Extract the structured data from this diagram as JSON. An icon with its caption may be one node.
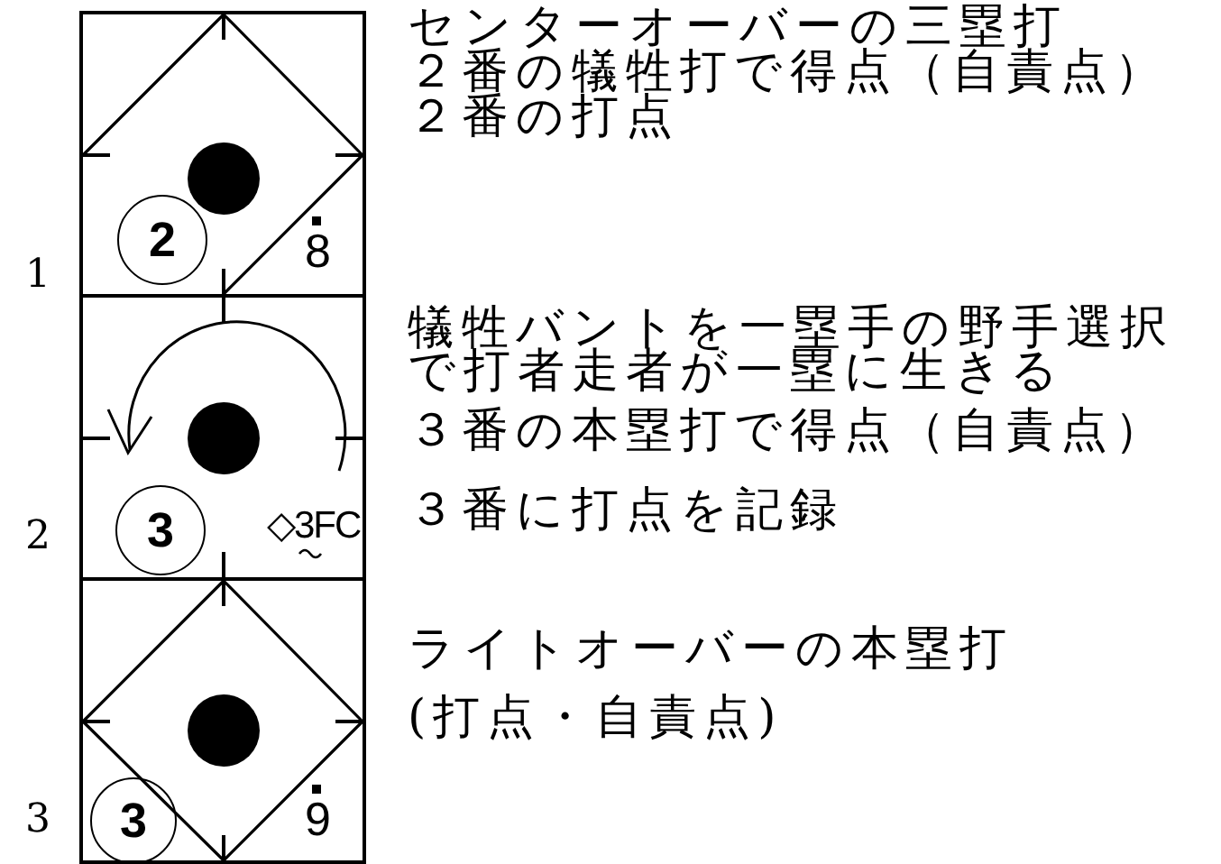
{
  "diagram": {
    "nodes": [
      {
        "text": [],
        "shape": "box"
      },
      {
        "text": [
          "2"
        ],
        "in": 0
      },
      {
        "text": [],
        "shape": "box"
      },
      {
        "text": [
          "3"
        ],
        "in": 2
      },
      {
        "text": [],
        "shape": "box"
      },
      {
        "text": [
          "3"
        ],
        "in": 4
      }
    ],
    "labels": [
      "8",
      "センターオーバーの三塁打",
      "２番の犠牲打で得点（自責点）",
      "２番の打点",
      "1",
      "◇3FC",
      "犠牲バントを一塁手の野手選択で打者走者が一塁に生きる",
      "３番の本塁打で得点（自責点）",
      "2",
      "３番に打点を記録",
      "9",
      "ライトオーバーの本塁打",
      "(打点・自責点)",
      "3"
    ]
  }
}
